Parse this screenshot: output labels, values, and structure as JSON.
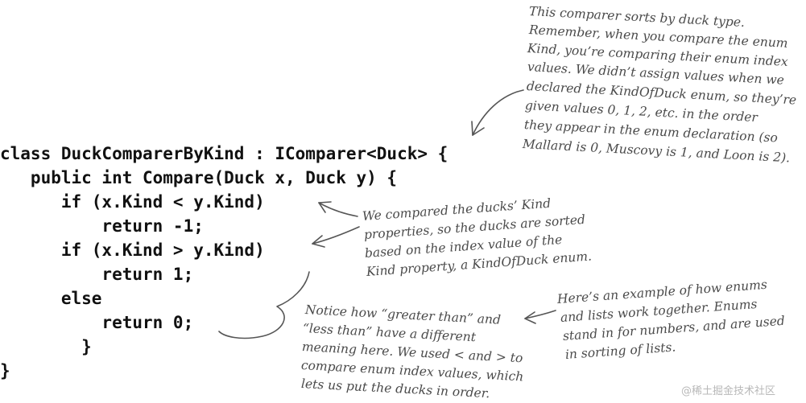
{
  "code": {
    "lines": [
      "class DuckComparerByKind : IComparer<Duck> {",
      "   public int Compare(Duck x, Duck y) {",
      "      if (x.Kind < y.Kind)",
      "          return -1;",
      "      if (x.Kind > y.Kind)",
      "          return 1;",
      "      else",
      "          return 0;",
      "        }",
      "}"
    ]
  },
  "annotations": {
    "enum_index": [
      "This comparer sorts by duck type.",
      "Remember, when you compare the enum",
      "Kind, you’re comparing their enum index",
      "values. We didn’t assign values when we",
      "declared the KindOfDuck enum, so they’re",
      "given values 0, 1, 2, etc. in the order",
      "they appear in the enum declaration (so",
      "Mallard is 0, Muscovy is 1, and Loon is 2)."
    ],
    "kind_properties": [
      "We compared the ducks’ Kind",
      "properties, so the ducks are sorted",
      "based on the index value of the",
      "Kind property, a KindOfDuck enum."
    ],
    "greater_less": [
      "Notice how “greater than” and",
      "“less than” have a different",
      "meaning here. We used < and > to",
      "compare enum index values, which",
      "lets us put the ducks in order."
    ],
    "enums_lists": [
      "Here’s an example of how enums",
      "and lists work together. Enums",
      "stand in for numbers, and are used",
      "in sorting of lists."
    ]
  },
  "watermark": "@稀土掘金技术社区"
}
